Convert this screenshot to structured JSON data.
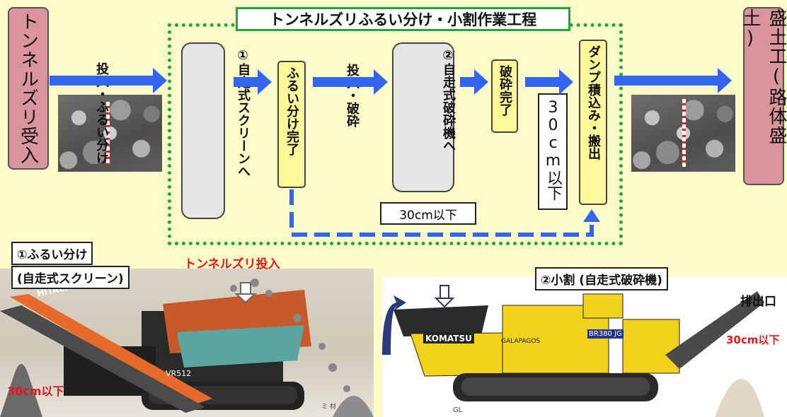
{
  "title": "トンネルズリふるい分け・小割作業工程",
  "left_box": "トンネルズリ受入",
  "right_box": "盛土工(路体盛土)",
  "step1": {
    "num": "①",
    "col1": "自走式スクリーンへ",
    "col2": "投入・ふるい分け"
  },
  "sieve_done": "ふるい分け完了",
  "step2": {
    "num": "②",
    "col1": "自走式破砕機へ",
    "col2": "投入・破砕"
  },
  "crush_done": "破砕完了",
  "under30_vertical": "30cm以下",
  "dump": "ダンプ積込み・搬出",
  "dash_label": "30cm以下",
  "panel1": {
    "line1": "①ふるい分け",
    "line2": "(自走式スクリーン)"
  },
  "zuri_input": "トンネルズリ投入",
  "left_under": "30cm以下",
  "panel2": "②小割 (自走式破砕機)",
  "outlet": "排出口",
  "right_under": "30cm以下",
  "brand_hitachi": "HITACHI",
  "brand_komatsu": "KOMATSU",
  "model_vr": "VR512",
  "model_br": "BR380 JG",
  "galapagos": "GALAPAGOS",
  "gl": "GL",
  "scale_note": "ミ            材",
  "colors": {
    "arrow": "#3366ee",
    "dash": "#3366ee",
    "frame": "#1aa83a",
    "machine_yellow": "#f2d21b",
    "conveyor_orange": "#e76a2a"
  }
}
